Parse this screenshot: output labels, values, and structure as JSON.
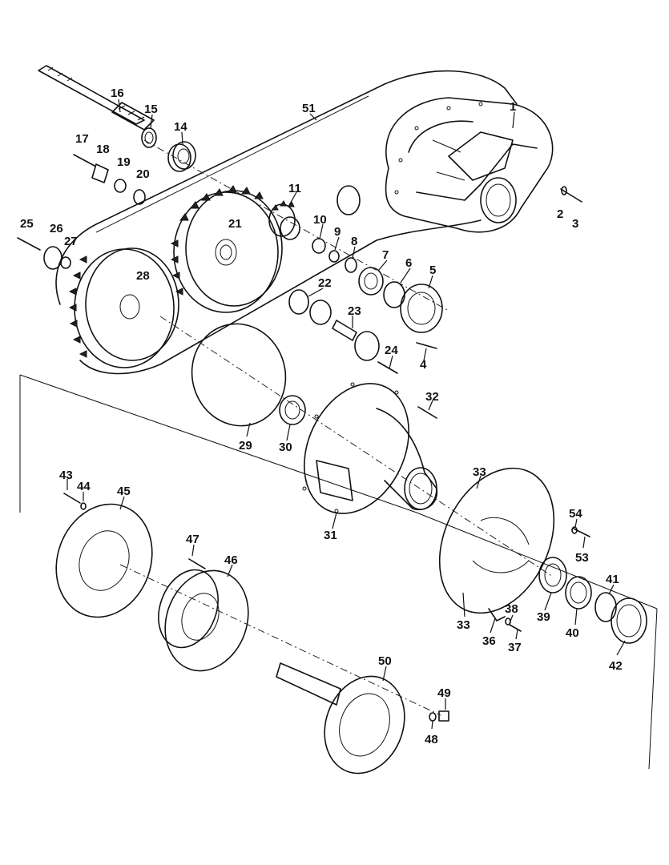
{
  "labels": {
    "p1": "1",
    "p2": "2",
    "p3": "3",
    "p4": "4",
    "p5": "5",
    "p6": "6",
    "p7": "7",
    "p8": "8",
    "p9": "9",
    "p10": "10",
    "p11": "11",
    "p14": "14",
    "p15": "15",
    "p16": "16",
    "p17": "17",
    "p18": "18",
    "p19": "19",
    "p20": "20",
    "p21": "21",
    "p22": "22",
    "p23": "23",
    "p24": "24",
    "p25": "25",
    "p26": "26",
    "p27": "27",
    "p28": "28",
    "p29": "29",
    "p30": "30",
    "p31": "31",
    "p32": "32",
    "p33a": "33",
    "p33b": "33",
    "p36": "36",
    "p37": "37",
    "p38": "38",
    "p39": "39",
    "p40": "40",
    "p41": "41",
    "p42": "42",
    "p43": "43",
    "p44": "44",
    "p45": "45",
    "p46": "46",
    "p47": "47",
    "p48": "48",
    "p49": "49",
    "p50": "50",
    "p51": "51",
    "p53": "53",
    "p54": "54"
  }
}
